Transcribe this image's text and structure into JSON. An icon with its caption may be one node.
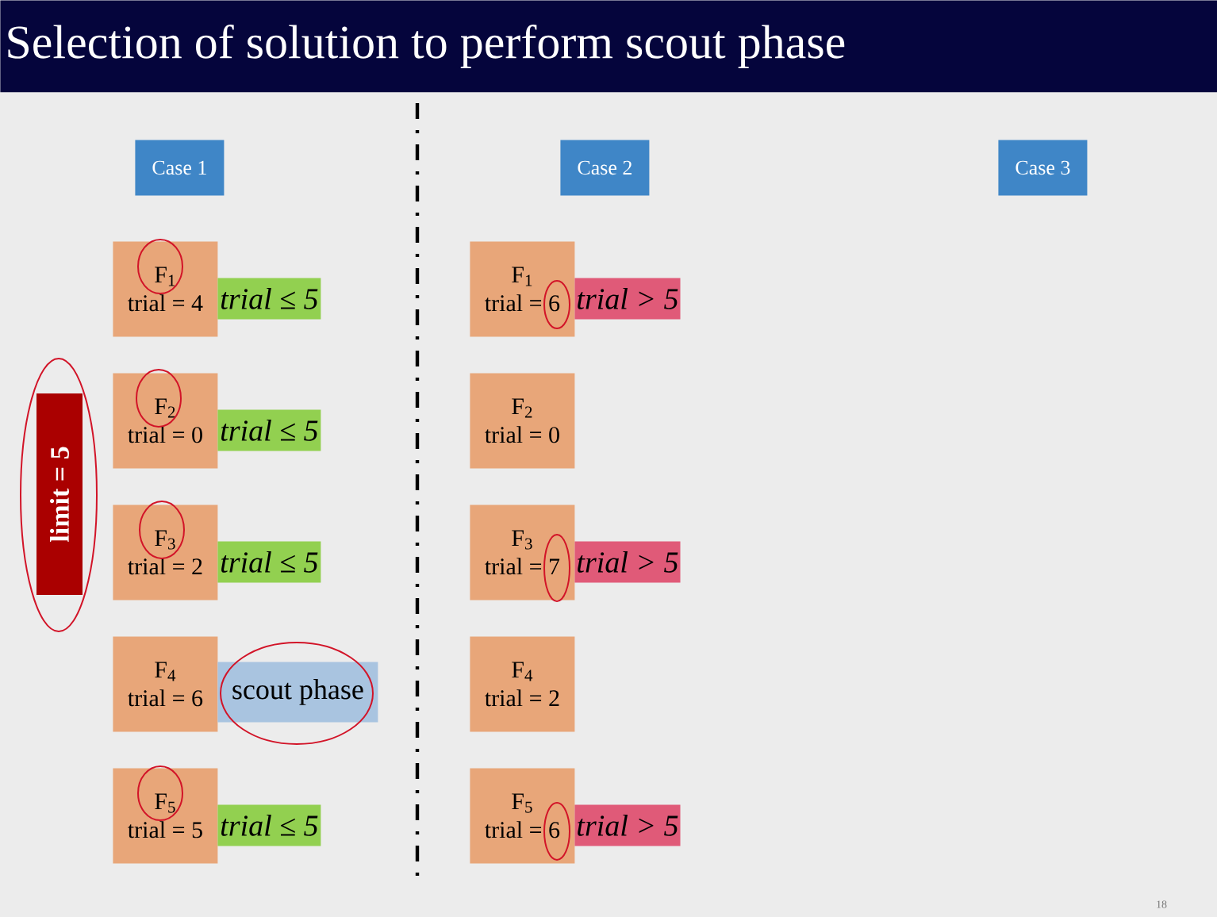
{
  "diagram": {
    "title": "Selection of solution to perform scout phase",
    "nodes": [
      {
        "text": [
          "Case 1"
        ]
      },
      {
        "text": [
          "Case 2"
        ]
      },
      {
        "text": [
          "Case 3"
        ]
      },
      {
        "text": [
          "limit = 5"
        ]
      },
      {
        "text": [
          "F$_{1}$",
          "trial = 4"
        ]
      },
      {
        "text": [
          "trial ≤ 5"
        ]
      },
      {
        "text": [
          "F$_{1}$",
          "trial = 6"
        ]
      },
      {
        "text": [
          "trial > 5"
        ]
      },
      {
        "text": [
          "F$_{2}$",
          "trial = 0"
        ]
      },
      {
        "text": [
          "trial ≤ 5"
        ]
      },
      {
        "text": [
          "F$_{2}$",
          "trial = 0"
        ]
      },
      {
        "text": [
          "F$_{3}$",
          "trial = 2"
        ]
      },
      {
        "text": [
          "trial ≤ 5"
        ]
      },
      {
        "text": [
          "F$_{3}$",
          "trial = 7"
        ]
      },
      {
        "text": [
          "trial > 5"
        ]
      },
      {
        "text": [
          "F$_{4}$",
          "trial = 6"
        ]
      },
      {
        "text": [
          "scout phase"
        ]
      },
      {
        "text": [
          "F$_{4}$",
          "trial = 2"
        ]
      },
      {
        "text": [
          "F$_{5}$",
          "trial = 5"
        ]
      },
      {
        "text": [
          "trial ≤ 5"
        ]
      },
      {
        "text": [
          "F$_{5}$",
          "trial = 6"
        ]
      },
      {
        "text": [
          "trial > 5"
        ]
      }
    ],
    "labels": [
      "18"
    ]
  }
}
